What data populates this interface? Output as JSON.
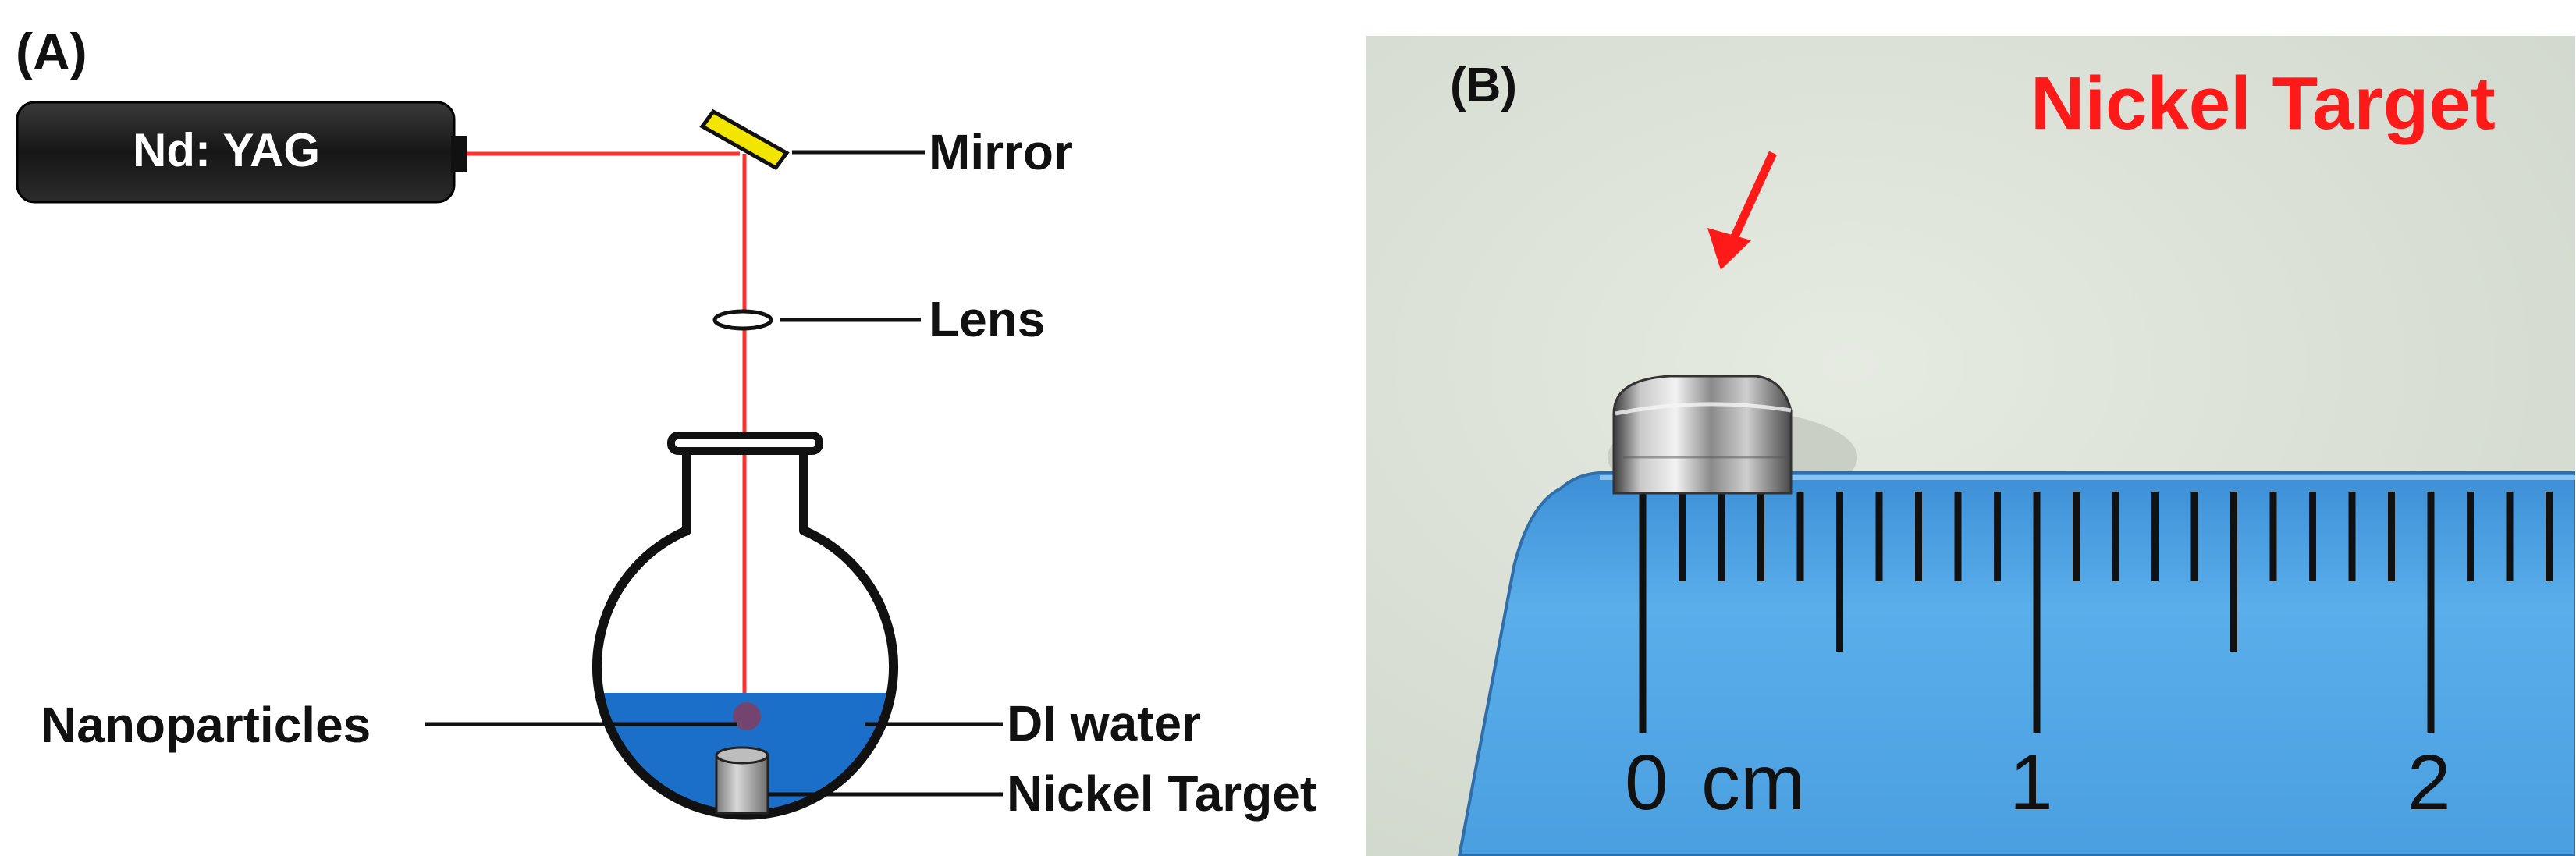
{
  "panel_a": {
    "label": "(A)",
    "laser_label": "Nd: YAG",
    "mirror_label": "Mirror",
    "lens_label": "Lens",
    "nanoparticles_label": "Nanoparticles",
    "water_label": "DI water",
    "target_label": "Nickel Target"
  },
  "panel_b": {
    "label": "(B)",
    "target_label": "Nickel Target",
    "ruler": {
      "zero": "0",
      "unit": "cm",
      "one": "1",
      "two": "2"
    }
  },
  "colors": {
    "laser_beam": "#ff3030",
    "laser_body": "#1e1e1e",
    "mirror": "#f2e600",
    "water": "#1b6fc8",
    "ruler": "#4da3e6",
    "arrow": "#ff1a1a",
    "photo_background": "#dde3d8"
  }
}
